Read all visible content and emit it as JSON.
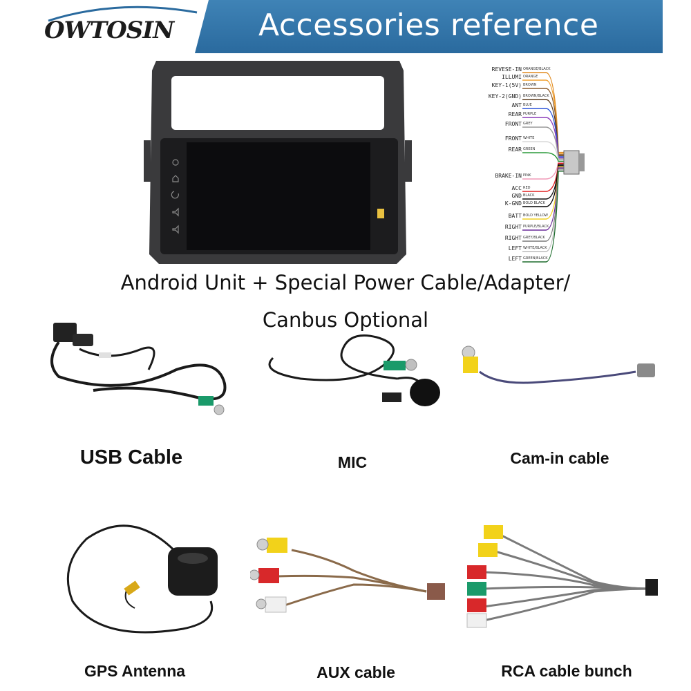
{
  "header": {
    "brand": "OWTOSIN",
    "title": "Accessories reference"
  },
  "main_caption": {
    "line1": "Android Unit + Special Power Cable/Adapter/",
    "line2": "Canbus Optional"
  },
  "wiring": [
    {
      "label": "REVESE-IN",
      "color_name": "ORANGE/BLACK",
      "color": "#e08a1e"
    },
    {
      "label": "ILLUMI",
      "color_name": "ORANGE",
      "color": "#f0a030"
    },
    {
      "label": "KEY-1(5V)",
      "color_name": "BROWN",
      "color": "#8a5a2b"
    },
    {
      "label": "KEY-2(GND)",
      "color_name": "BROWN/BLACK",
      "color": "#5a3a1b"
    },
    {
      "label": "ANT",
      "color_name": "BLUE",
      "color": "#2a52d8"
    },
    {
      "label": "REAR",
      "color_name": "PURPLE",
      "color": "#8a3ab8"
    },
    {
      "label": "FRONT",
      "color_name": "GREY",
      "color": "#9a9a9a"
    },
    {
      "label": "FRONT",
      "color_name": "WHITE",
      "color": "#d8d8d8"
    },
    {
      "label": "REAR",
      "color_name": "GREEN",
      "color": "#2a9a3a"
    },
    {
      "label": "BRAKE-IN",
      "color_name": "PINK",
      "color": "#f09ab8"
    },
    {
      "label": "ACC",
      "color_name": "RED",
      "color": "#e02020"
    },
    {
      "label": "GND",
      "color_name": "BLACK",
      "color": "#111111"
    },
    {
      "label": "K-GND",
      "color_name": "BOLD BLACK",
      "color": "#000000"
    },
    {
      "label": "BATT",
      "color_name": "BOLD YELLOW",
      "color": "#f0d020"
    },
    {
      "label": "RIGHT",
      "color_name": "PURPLE/BLACK",
      "color": "#6a2a98"
    },
    {
      "label": "RIGHT",
      "color_name": "GREY/BLACK",
      "color": "#7a7a7a"
    },
    {
      "label": "LEFT",
      "color_name": "WHITE/BLACK",
      "color": "#bbbbbb"
    },
    {
      "label": "LEFT",
      "color_name": "GREEN/BLACK",
      "color": "#1a6a2a"
    }
  ],
  "accessories": [
    {
      "id": "usb",
      "label": "USB Cable"
    },
    {
      "id": "mic",
      "label": "MIC"
    },
    {
      "id": "cam",
      "label": "Cam-in cable"
    },
    {
      "id": "gps",
      "label": "GPS Antenna"
    },
    {
      "id": "aux",
      "label": "AUX cable"
    },
    {
      "id": "rca",
      "label": "RCA cable bunch"
    }
  ],
  "colors": {
    "header_blue": "#3579ad",
    "rca_yellow": "#f2d21a",
    "rca_red": "#d8282a",
    "rca_white": "#f0f0f0",
    "rca_green": "#1a9a6a"
  }
}
